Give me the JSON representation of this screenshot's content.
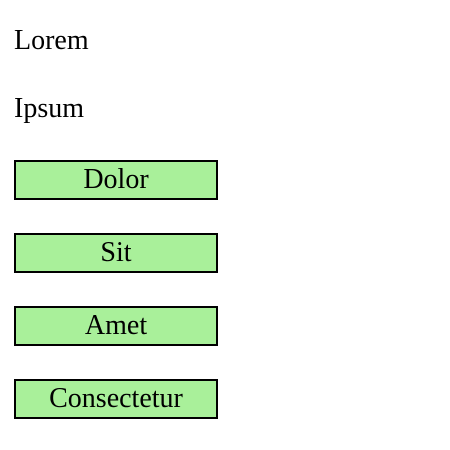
{
  "texts": [
    "Lorem",
    "Ipsum"
  ],
  "buttons": [
    "Dolor",
    "Sit",
    "Amet",
    "Consectetur"
  ],
  "colors": {
    "button_background": "#a9f09a",
    "button_border": "#000000",
    "text": "#000000",
    "page_background": "#ffffff"
  }
}
